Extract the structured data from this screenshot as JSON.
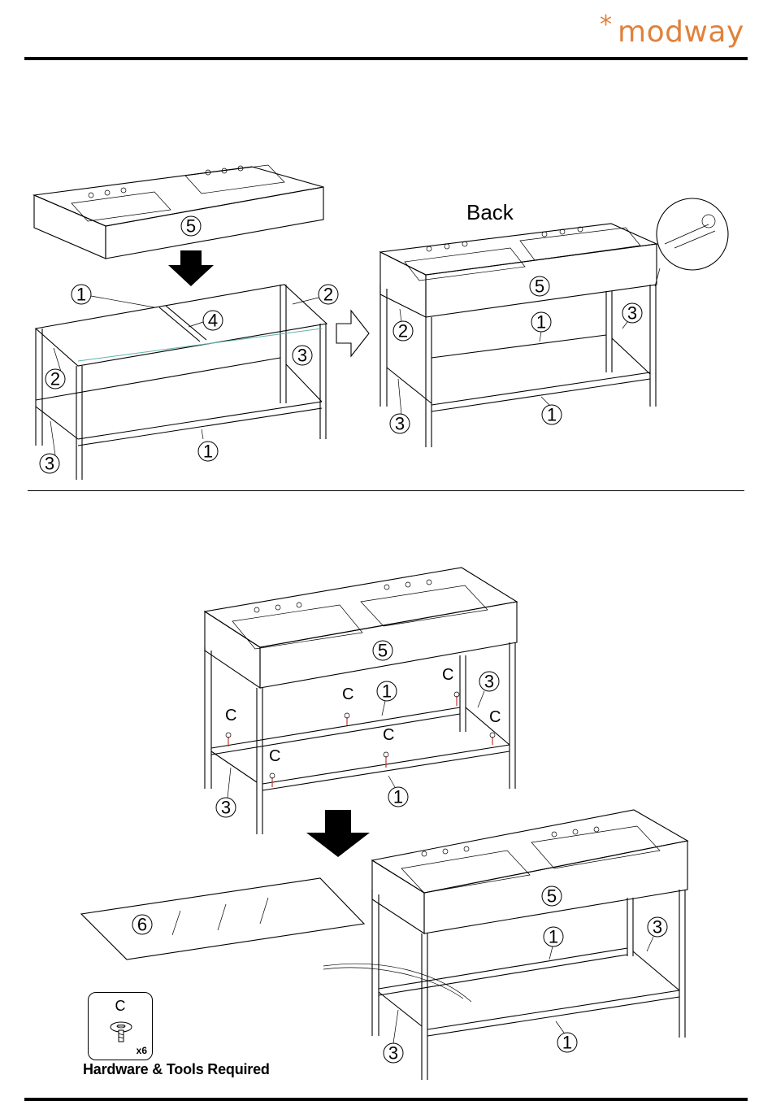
{
  "brand": {
    "star": "*",
    "name": "modway",
    "color": "#e0823c"
  },
  "step1": {
    "callouts": {
      "top": "5",
      "frame_top_left": "1",
      "frame_right_2": "2",
      "frame_4": "4",
      "frame_left_2": "2",
      "frame_right_3": "3",
      "frame_left_3": "3",
      "frame_bottom_1": "1",
      "assembled_5": "5",
      "assembled_1": "1",
      "assembled_3_right": "3",
      "assembled_2": "2",
      "assembled_3_left": "3",
      "assembled_1_bottom": "1"
    },
    "back_label": "Back"
  },
  "step2": {
    "callouts": {
      "top": "5",
      "rail_1": "1",
      "side_3_right": "3",
      "side_3_left": "3",
      "bottom_1": "1",
      "shelf_6": "6",
      "final_5": "5",
      "final_1": "1",
      "final_3_right": "3",
      "final_3_left": "3",
      "final_1_bottom": "1"
    },
    "screw_label": "C"
  },
  "hardware": {
    "letter": "C",
    "quantity": "x6",
    "caption": "Hardware & Tools Required",
    "icon": "screw-icon"
  }
}
